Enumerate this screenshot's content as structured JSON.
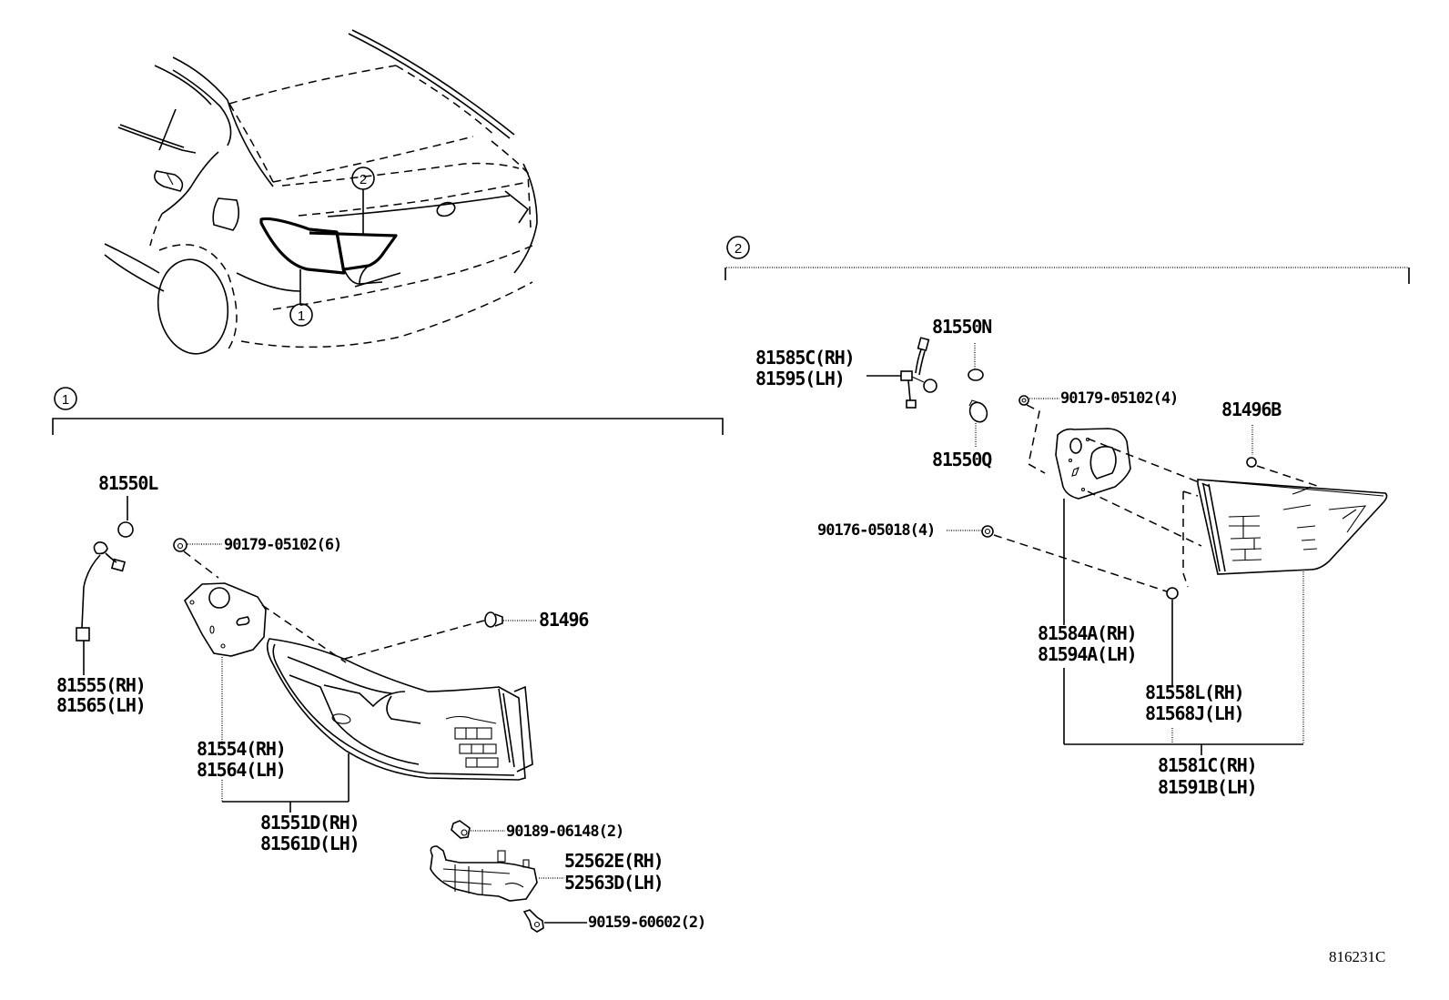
{
  "diagram": {
    "overview": {
      "callouts": [
        {
          "id": "1"
        },
        {
          "id": "2"
        }
      ]
    },
    "group1": {
      "marker": "1",
      "parts": {
        "bulb": "81550L",
        "socket_rh": "81555(RH)",
        "socket_lh": "81565(LH)",
        "screw": "90179-05102(6)",
        "clip": "81496",
        "gasket_rh": "81554(RH)",
        "gasket_lh": "81564(LH)",
        "lamp_rh": "81551D(RH)",
        "lamp_lh": "81561D(LH)",
        "clip2": "90189-06148(2)",
        "bracket_rh": "52562E(RH)",
        "bracket_lh": "52563D(LH)",
        "bolt": "90159-60602(2)"
      }
    },
    "group2": {
      "marker": "2",
      "parts": {
        "bulb_top": "81550N",
        "bulb_bottom": "81550Q",
        "socket_rh": "81585C(RH)",
        "socket_lh": "81595(LH)",
        "screw": "90179-05102(4)",
        "clip": "81496B",
        "nut": "90176-05018(4)",
        "gasket_rh": "81584A(RH)",
        "gasket_lh": "81594A(LH)",
        "lens_rh": "81558L(RH)",
        "lens_lh": "81568J(LH)",
        "lamp_rh": "81581C(RH)",
        "lamp_lh": "81591B(LH)"
      }
    },
    "figure_code": "816231C"
  }
}
